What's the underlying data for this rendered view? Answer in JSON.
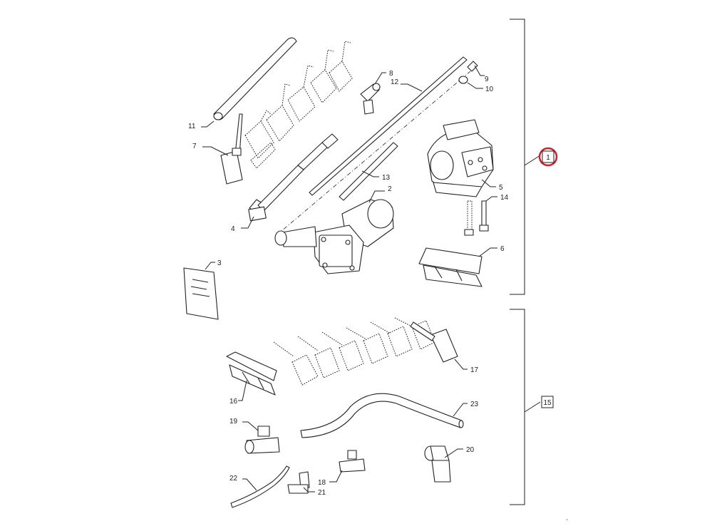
{
  "diagram": {
    "group_brackets": [
      {
        "label": "1",
        "highlighted": true
      },
      {
        "label": "15",
        "highlighted": false
      }
    ],
    "callouts": [
      "2",
      "3",
      "4",
      "5",
      "6",
      "7",
      "8",
      "9",
      "10",
      "11",
      "12",
      "13",
      "14",
      "16",
      "17",
      "18",
      "19",
      "20",
      "21",
      "22",
      "23"
    ],
    "highlight_color": "#d0202a",
    "line_color": "#222222"
  }
}
